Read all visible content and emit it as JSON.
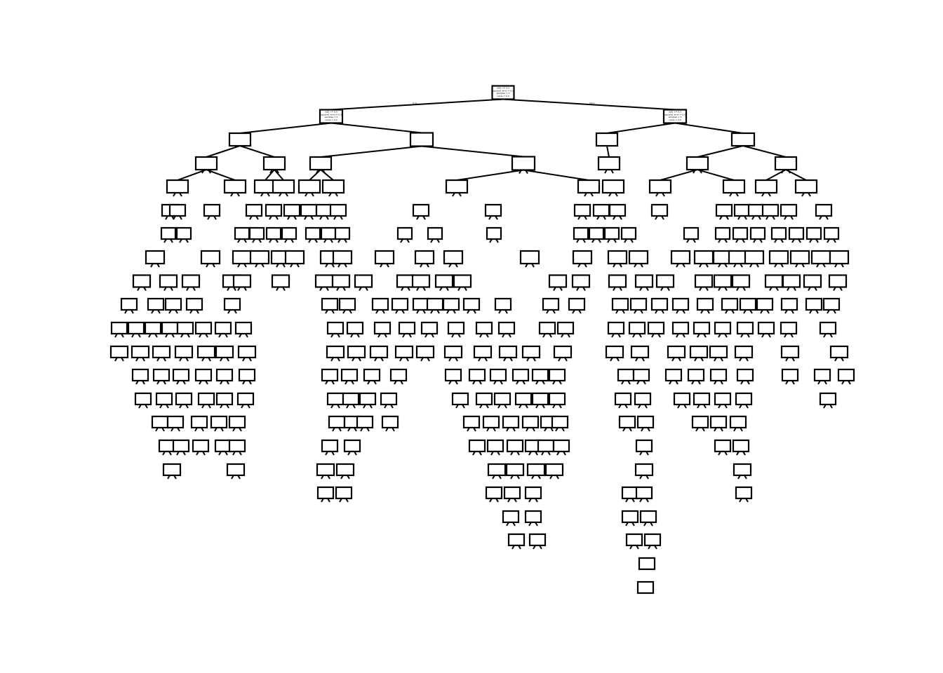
{
  "tree": {
    "branch_labels": {
      "left": "True",
      "right": "False"
    },
    "nodes": [
      {
        "id": "root",
        "lines": [
          "x[0] <= 0.0",
          "squared_error = 0.0",
          "samples = 0",
          "value = 0.0"
        ]
      },
      {
        "id": "L",
        "lines": [
          "x[0] <= 0.0",
          "squared_error = 0.0",
          "samples = 0",
          "value = 0.0"
        ]
      },
      {
        "id": "R",
        "lines": [
          "x[0] <= 0.0",
          "squared_error = 0.0",
          "samples = 0",
          "value = 0.0"
        ]
      }
    ]
  }
}
